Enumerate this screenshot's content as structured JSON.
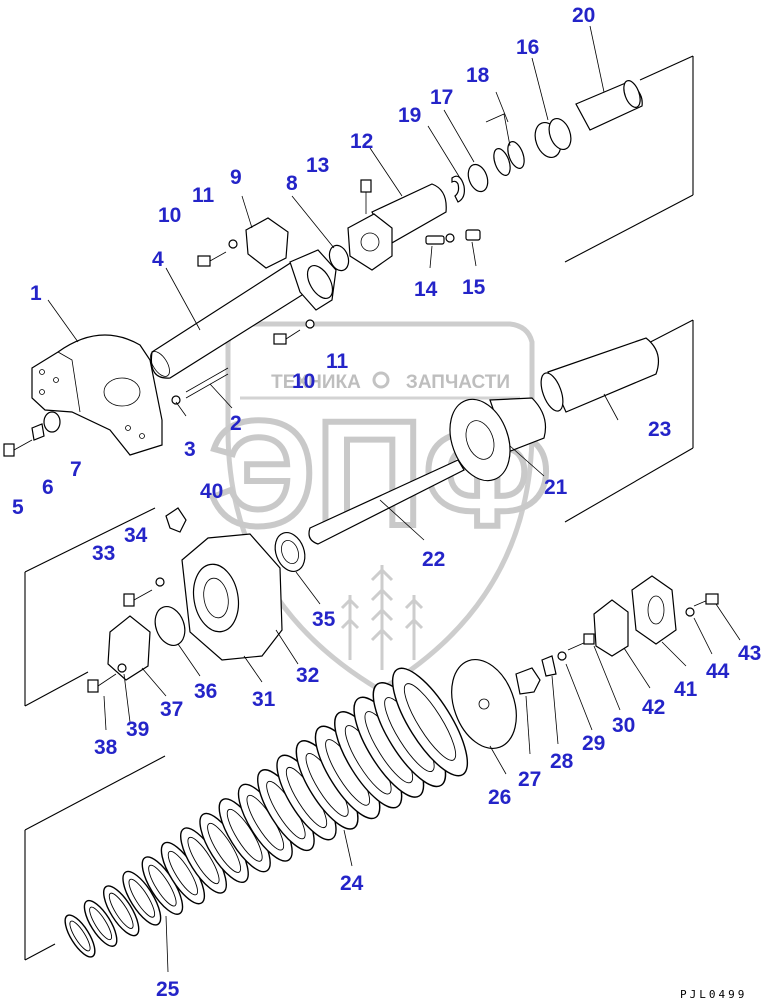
{
  "drawing": {
    "code": "PJL0499",
    "callouts": [
      {
        "id": "1",
        "label": "1"
      },
      {
        "id": "2",
        "label": "2"
      },
      {
        "id": "3",
        "label": "3"
      },
      {
        "id": "4",
        "label": "4"
      },
      {
        "id": "5",
        "label": "5"
      },
      {
        "id": "6",
        "label": "6"
      },
      {
        "id": "7",
        "label": "7"
      },
      {
        "id": "8",
        "label": "8"
      },
      {
        "id": "9",
        "label": "9"
      },
      {
        "id": "10a",
        "label": "10"
      },
      {
        "id": "10b",
        "label": "10"
      },
      {
        "id": "11a",
        "label": "11"
      },
      {
        "id": "11b",
        "label": "11"
      },
      {
        "id": "12",
        "label": "12"
      },
      {
        "id": "13",
        "label": "13"
      },
      {
        "id": "14",
        "label": "14"
      },
      {
        "id": "15",
        "label": "15"
      },
      {
        "id": "16",
        "label": "16"
      },
      {
        "id": "17",
        "label": "17"
      },
      {
        "id": "18",
        "label": "18"
      },
      {
        "id": "19",
        "label": "19"
      },
      {
        "id": "20",
        "label": "20"
      },
      {
        "id": "21",
        "label": "21"
      },
      {
        "id": "22",
        "label": "22"
      },
      {
        "id": "23",
        "label": "23"
      },
      {
        "id": "24",
        "label": "24"
      },
      {
        "id": "25",
        "label": "25"
      },
      {
        "id": "26",
        "label": "26"
      },
      {
        "id": "27",
        "label": "27"
      },
      {
        "id": "28",
        "label": "28"
      },
      {
        "id": "29",
        "label": "29"
      },
      {
        "id": "30",
        "label": "30"
      },
      {
        "id": "31",
        "label": "31"
      },
      {
        "id": "32",
        "label": "32"
      },
      {
        "id": "33",
        "label": "33"
      },
      {
        "id": "34",
        "label": "34"
      },
      {
        "id": "35",
        "label": "35"
      },
      {
        "id": "36",
        "label": "36"
      },
      {
        "id": "37",
        "label": "37"
      },
      {
        "id": "38",
        "label": "38"
      },
      {
        "id": "39",
        "label": "39"
      },
      {
        "id": "40",
        "label": "40"
      },
      {
        "id": "41",
        "label": "41"
      },
      {
        "id": "42",
        "label": "42"
      },
      {
        "id": "43",
        "label": "43"
      },
      {
        "id": "44",
        "label": "44"
      }
    ]
  },
  "watermark": {
    "left_text": "ТЕХНИКА",
    "right_text": "ЗАПЧАСТИ",
    "big_text": "ЭПФ",
    "color": "#c4c4c4"
  },
  "colors": {
    "callout": "#2424c8",
    "lines": "#000000"
  }
}
